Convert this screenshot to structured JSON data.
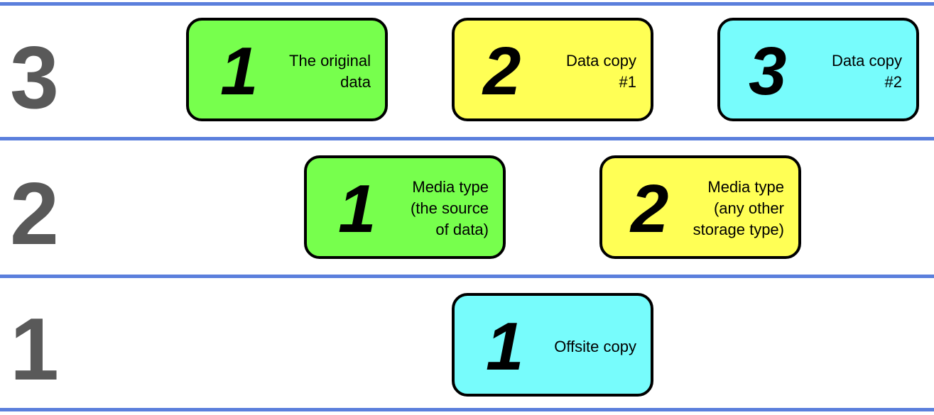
{
  "colors": {
    "divider": "#5b7fdc",
    "level_number": "#595959",
    "green": "#77ff4d",
    "yellow": "#ffff55",
    "cyan": "#77fcfc",
    "card_border": "#000000"
  },
  "levels": [
    {
      "number": "3",
      "cards": [
        {
          "number": "1",
          "color": "green",
          "label_lines": [
            "The original",
            "data"
          ]
        },
        {
          "number": "2",
          "color": "yellow",
          "label_lines": [
            "Data copy",
            "#1"
          ]
        },
        {
          "number": "3",
          "color": "cyan",
          "label_lines": [
            "Data copy",
            "#2"
          ]
        }
      ]
    },
    {
      "number": "2",
      "cards": [
        {
          "number": "1",
          "color": "green",
          "label_lines": [
            "Media type",
            "(the source",
            "of data)"
          ]
        },
        {
          "number": "2",
          "color": "yellow",
          "label_lines": [
            "Media type",
            "(any other",
            "storage type)"
          ]
        }
      ]
    },
    {
      "number": "1",
      "cards": [
        {
          "number": "1",
          "color": "cyan",
          "label_lines": [
            "Offsite copy"
          ]
        }
      ]
    }
  ]
}
